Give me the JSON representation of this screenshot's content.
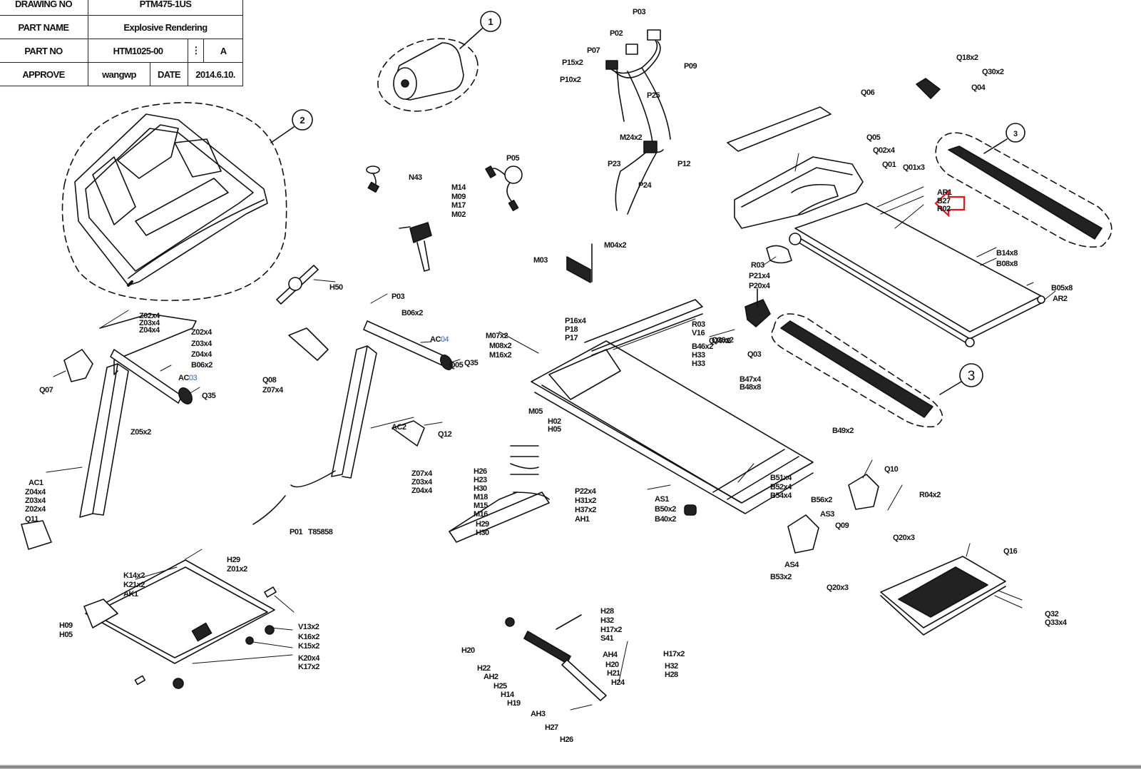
{
  "title_block": {
    "drawing_no_label": "DRAWING NO",
    "drawing_no": "PTM475-1US",
    "part_name_label": "PART NAME",
    "part_name": "Explosive Rendering",
    "part_no_label": "PART NO",
    "part_no": "HTM1025-00",
    "revision": "A",
    "approve_label": "APPROVE",
    "approver": "wangwp",
    "date_label": "DATE",
    "date": "2014.6.10."
  },
  "callouts": [
    "1",
    "2",
    "3",
    "3"
  ],
  "highlight": {
    "color": "#e8141c",
    "target_label": "R02",
    "icon": "arrow-left-outline-icon"
  },
  "label_colors": {
    "ink": "#111111",
    "blue_suffix": "#2a62c9"
  },
  "labels": {
    "wiring": [
      "P03",
      "P02",
      "P07",
      "P15x2",
      "P09",
      "P10x2",
      "P25",
      "M24x2",
      "P12",
      "P23",
      "P24",
      "P05",
      "N43",
      "M14",
      "M09",
      "M17",
      "M02",
      "M03",
      "M04x2"
    ],
    "deck_top": [
      "Q06",
      "Q05",
      "Q02x4",
      "Q01",
      "Q01x3",
      "AR1",
      "B27",
      "R02",
      "Q18x2",
      "Q30x2",
      "Q04",
      "B14x8",
      "B08x8",
      "B05x8",
      "AR2",
      "R03",
      "P21x4",
      "P20x4",
      "Q30x2",
      "Q03"
    ],
    "left_upright": [
      "Z02x4",
      "Z03x4",
      "Z04x4",
      "Z02x4",
      "Z03x4",
      "Z04x4",
      "B06x2",
      "AC03",
      "Q35",
      "Q07",
      "Z05x2",
      "AC1",
      "Z04x4",
      "Z03x4",
      "Z02x4",
      "Q11"
    ],
    "right_upright": [
      "H50",
      "P03",
      "B06x2",
      "AC04",
      "Q35",
      "Q08",
      "Z07x4",
      "AC2",
      "Q12",
      "Z07x4",
      "Z03x4",
      "Z04x4",
      "P01",
      "T85858"
    ],
    "frame": [
      "M07x2",
      "M08x2",
      "M16x2",
      "Q05",
      "P16x4",
      "P18",
      "P17",
      "R03",
      "V16",
      "Q30x2",
      "B46x2",
      "H33",
      "H33",
      "B47x4",
      "B48x8",
      "M05",
      "H02",
      "H05",
      "B49x2",
      "AS1",
      "B50x2",
      "B40x2",
      "B51x4",
      "B52x4",
      "B54x4",
      "Q10",
      "B56x2",
      "AS3",
      "R04x2",
      "Q20x3",
      "Q09",
      "AS4",
      "B53x2",
      "Q20x3"
    ],
    "incline": [
      "H26",
      "H23",
      "H30",
      "M18",
      "M15",
      "M16",
      "H29",
      "H30",
      "P22x4",
      "H31x2",
      "H37x2",
      "AH1"
    ],
    "base": [
      "H29",
      "Z01x2",
      "K14x2",
      "K21x2",
      "AK1",
      "H09",
      "H05",
      "V13x2",
      "K16x2",
      "K15x2",
      "K20x4",
      "K17x2"
    ],
    "lift": [
      "H28",
      "H32",
      "H17x2",
      "S41",
      "H20",
      "H22",
      "AH2",
      "H25",
      "H14",
      "H19",
      "AH4",
      "H20",
      "H21",
      "H24",
      "H17x2",
      "H32",
      "H28",
      "AH3",
      "H27",
      "H26"
    ],
    "motor_cover": [
      "Q16",
      "Q32",
      "Q33x4"
    ]
  }
}
